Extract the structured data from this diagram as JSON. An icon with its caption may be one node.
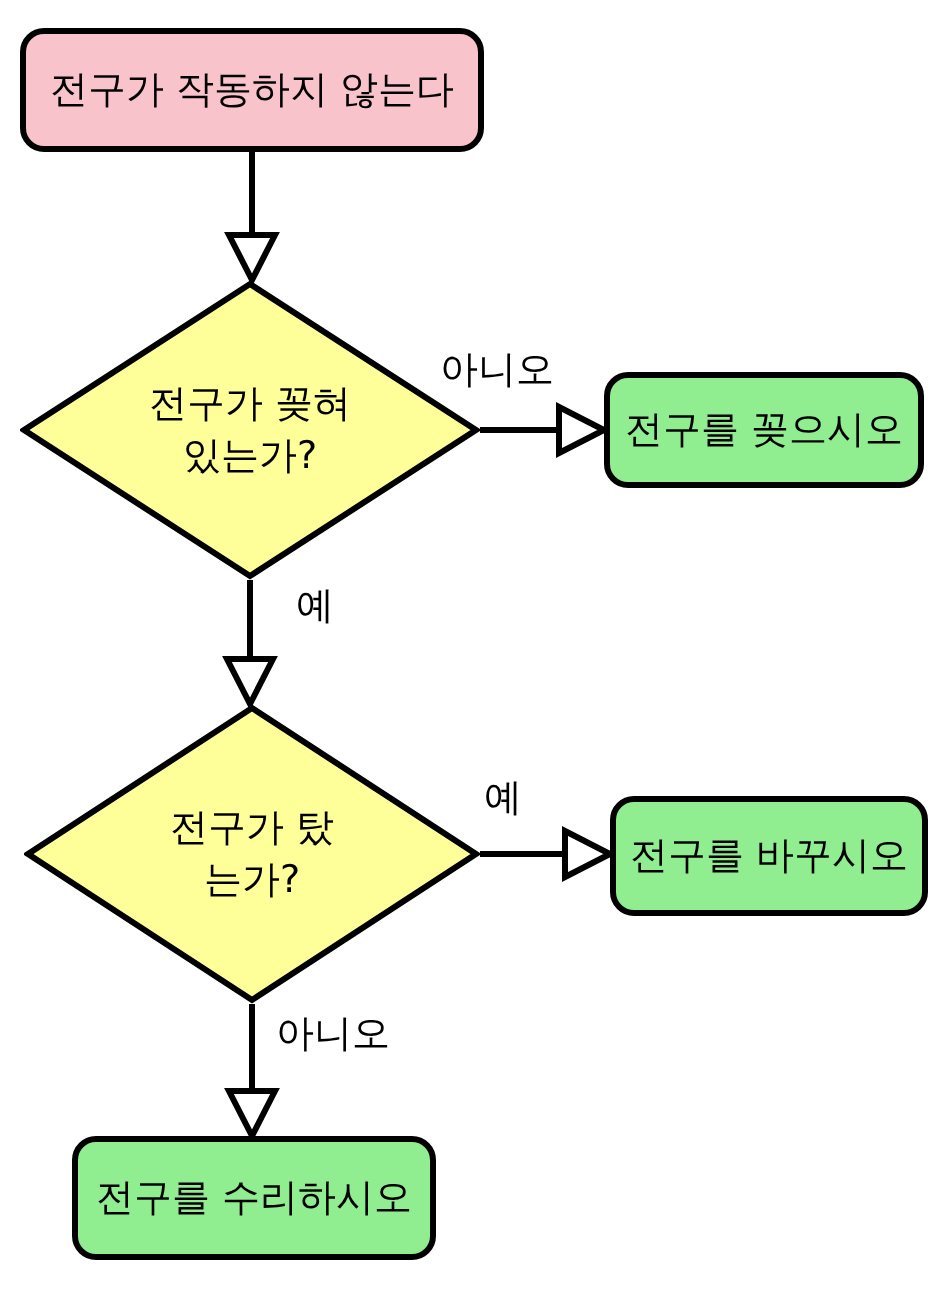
{
  "diagram": {
    "nodes": [
      {
        "text": [
          "전구가 작동하지 않는다"
        ]
      },
      {
        "text": [
          "전구가 꽂혀있는가?"
        ]
      },
      {
        "text": [
          "전구를 꽂으시오"
        ]
      },
      {
        "text": [
          "전구가 탔는가?"
        ]
      },
      {
        "text": [
          "전구를 바꾸시오"
        ]
      },
      {
        "text": [
          "전구를 수리하시오"
        ]
      }
    ],
    "edges": [
      {
        "from": 0,
        "to": 1,
        "arrow": "to"
      },
      {
        "from": 1,
        "to": 2,
        "arrow": "to",
        "label": "아니오"
      },
      {
        "from": 1,
        "to": 3,
        "arrow": "to",
        "label": "예"
      },
      {
        "from": 3,
        "to": 4,
        "arrow": "to",
        "label": "예"
      },
      {
        "from": 3,
        "to": 5,
        "arrow": "to",
        "label": "아니오"
      }
    ]
  }
}
